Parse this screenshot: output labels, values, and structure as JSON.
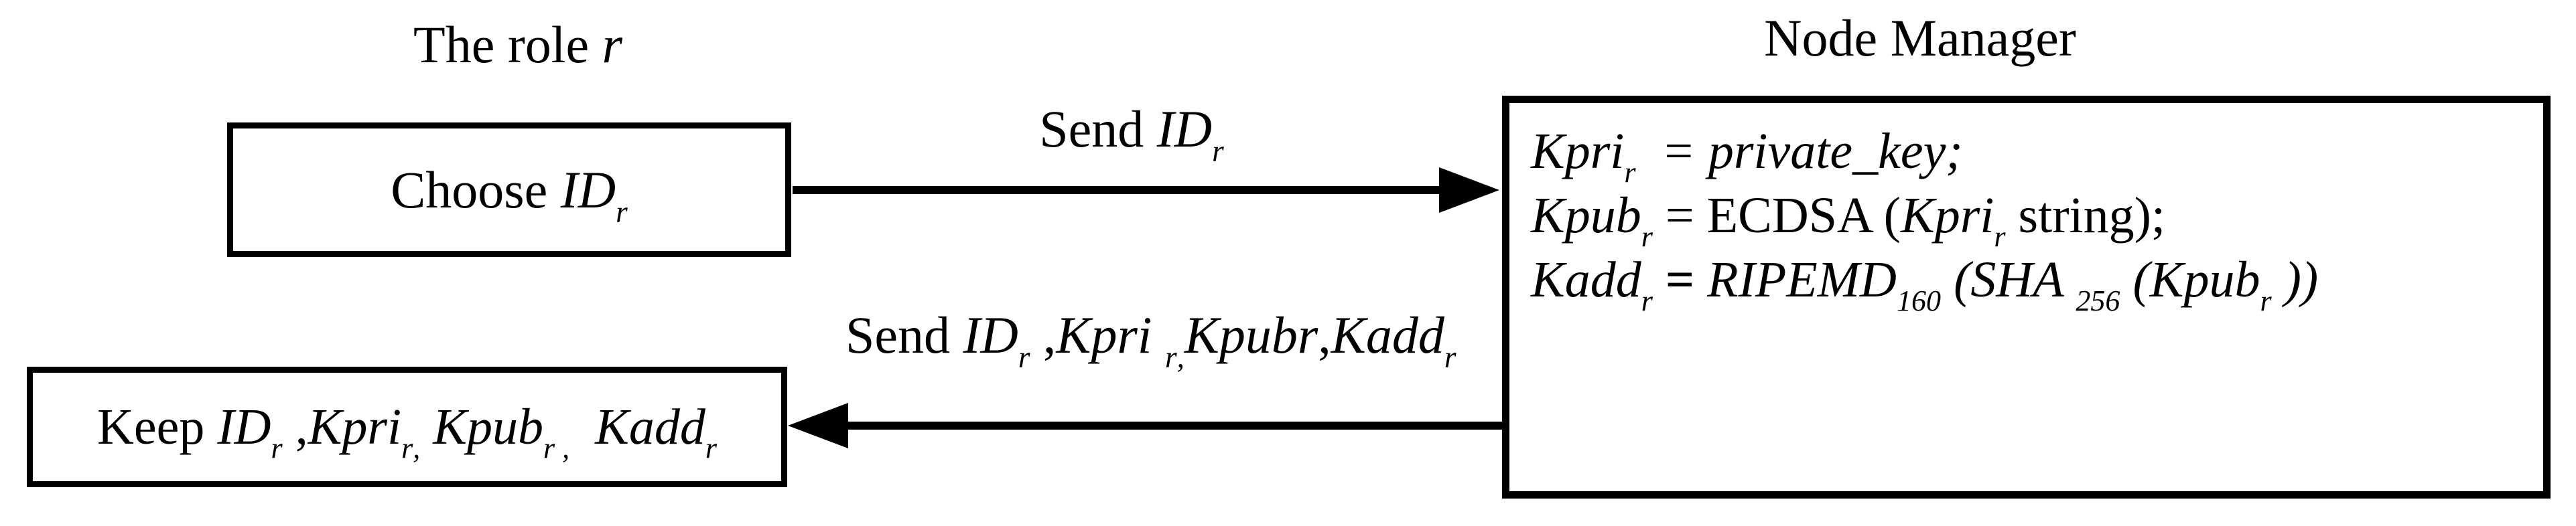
{
  "page": {
    "background_color": "#ffffff",
    "ink_color": "#000000",
    "type": "key-generation protocol diagram"
  },
  "role_side": {
    "title": [
      {
        "t": "The role "
      },
      {
        "t": "r",
        "i": 1
      }
    ],
    "choose_box": [
      {
        "t": "Choose "
      },
      {
        "t": "ID",
        "i": 1
      },
      {
        "t": "r",
        "i": 1,
        "sub": 1
      }
    ],
    "keep_box": [
      {
        "t": "Keep "
      },
      {
        "t": "ID",
        "i": 1
      },
      {
        "t": "r",
        "i": 1,
        "sub": 1
      },
      {
        "t": " ,"
      },
      {
        "t": "Kpri",
        "i": 1
      },
      {
        "t": "r",
        "i": 1,
        "sub": 1
      },
      {
        "t": ",",
        "i": 1,
        "sub": 1
      },
      {
        "t": " "
      },
      {
        "t": "Kpub",
        "i": 1
      },
      {
        "t": "r",
        "i": 1,
        "sub": 1
      },
      {
        "t": " ,",
        "i": 1,
        "sub": 1
      },
      {
        "t": "  "
      },
      {
        "t": "Kadd",
        "i": 1
      },
      {
        "t": "r",
        "i": 1,
        "sub": 1
      }
    ]
  },
  "node_manager": {
    "title": [
      {
        "t": "Node Manager"
      }
    ],
    "lines": [
      [
        {
          "t": "Kpri",
          "i": 1
        },
        {
          "t": "r",
          "i": 1,
          "sub": 1
        },
        {
          "t": "  = ",
          "i": 1
        },
        {
          "t": "private_key;",
          "i": 1
        }
      ],
      [
        {
          "t": "Kpub",
          "i": 1
        },
        {
          "t": "r",
          "i": 1,
          "sub": 1
        },
        {
          "t": " = ECDSA ("
        },
        {
          "t": "Kpri",
          "i": 1
        },
        {
          "t": "r",
          "i": 1,
          "sub": 1
        },
        {
          "t": " string);"
        }
      ],
      [
        {
          "t": "Kadd",
          "i": 1
        },
        {
          "t": "r",
          "i": 1,
          "sub": 1
        },
        {
          "t": " ",
          "i": 1
        },
        {
          "t": "=",
          "b": 1
        },
        {
          "t": " ",
          "i": 1
        },
        {
          "t": "RIPEMD",
          "i": 1
        },
        {
          "t": "160",
          "i": 1,
          "sub": 1
        },
        {
          "t": " (SHA ",
          "i": 1
        },
        {
          "t": "256",
          "i": 1,
          "sub": 1
        },
        {
          "t": " (Kpub",
          "i": 1
        },
        {
          "t": "r",
          "i": 1,
          "sub": 1
        },
        {
          "t": " ))",
          "i": 1
        }
      ]
    ]
  },
  "messages": {
    "send_id": [
      {
        "t": "Send "
      },
      {
        "t": "ID",
        "i": 1
      },
      {
        "t": "r",
        "i": 1,
        "sub": 1
      }
    ],
    "send_keys": [
      {
        "t": "Send "
      },
      {
        "t": "ID",
        "i": 1
      },
      {
        "t": "r",
        "i": 1,
        "sub": 1
      },
      {
        "t": " ,"
      },
      {
        "t": "Kpri ",
        "i": 1
      },
      {
        "t": "r",
        "i": 1,
        "sub": 1
      },
      {
        "t": ",",
        "i": 1,
        "sub": 1
      },
      {
        "t": "Kpubr",
        "i": 1
      },
      {
        "t": ","
      },
      {
        "t": "Kadd",
        "i": 1
      },
      {
        "t": "r",
        "i": 1,
        "sub": 1
      }
    ]
  }
}
